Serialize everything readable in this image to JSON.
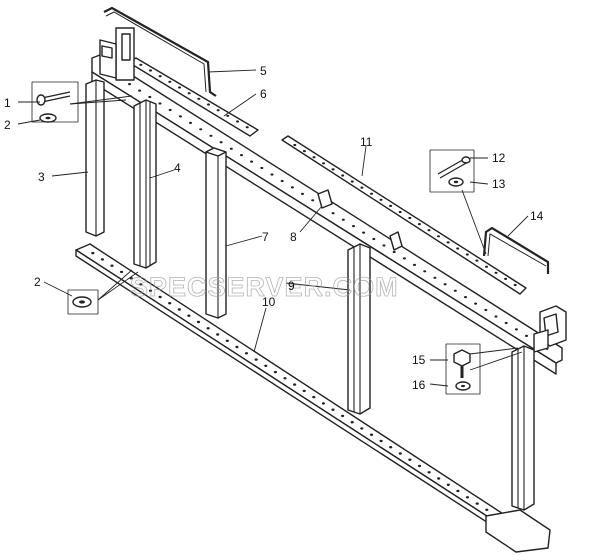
{
  "watermark": "SPECSERVER.COM",
  "callouts": [
    "1",
    "2",
    "3",
    "4",
    "5",
    "6",
    "7",
    "8",
    "9",
    "10",
    "11",
    "12",
    "13",
    "14",
    "15",
    "16",
    "2"
  ]
}
